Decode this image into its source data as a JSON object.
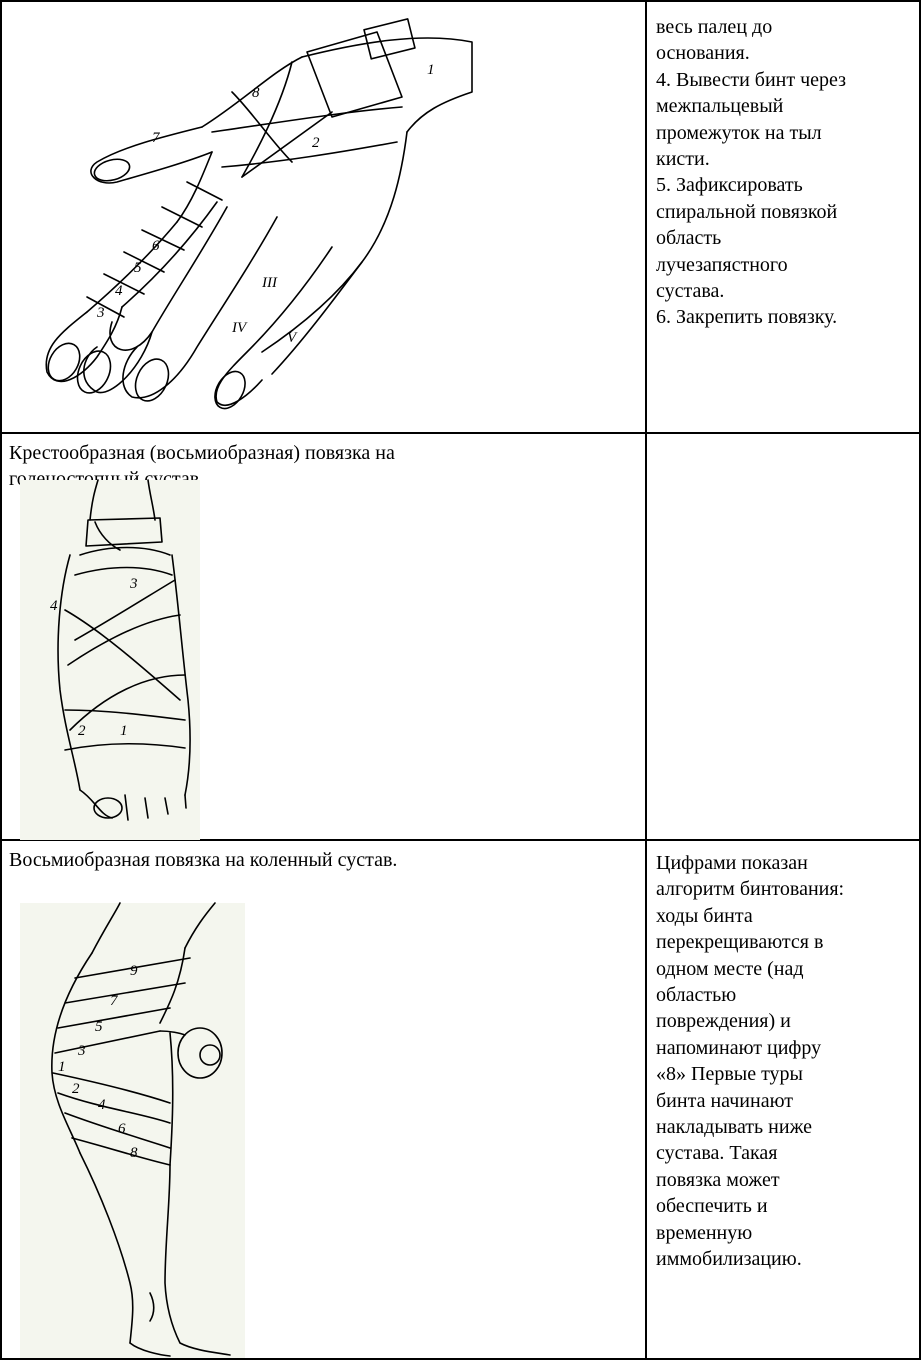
{
  "rows": [
    {
      "left_caption": "",
      "right_text": "весь палец до\nоснования.\n4. Вывести бинт через\nмежпальцевый\nпромежуток на тыл\nкисти.\n5. Зафиксировать\nспиральной повязкой\nобласть\nлучезапястного\nсустава.\n6. Закрепить повязку.",
      "figure_labels": [
        "1",
        "2",
        "8",
        "7",
        "6",
        "5",
        "4",
        "3",
        "III",
        "IV",
        "V"
      ]
    },
    {
      "left_caption": "Крестообразная (восьмиобразная) повязка на\nголеностопный сустав",
      "right_text": "",
      "figure_labels": [
        "4",
        "3",
        "2",
        "1"
      ]
    },
    {
      "left_caption": "Восьмиобразная повязка на коленный сустав.",
      "right_text": "Цифрами показан\nалгоритм бинтования:\nходы бинта\nперекрещиваются в\nодном месте (над\nобластью\nповреждения) и\nнапоминают цифру\n«8» Первые туры\nбинта начинают\nнакладывать ниже\nсустава. Такая\nповязка может\nобеспечить и\nвременную\nиммобилизацию.",
      "figure_labels": [
        "9",
        "7",
        "5",
        "3",
        "1",
        "2",
        "4",
        "6",
        "8"
      ]
    }
  ]
}
